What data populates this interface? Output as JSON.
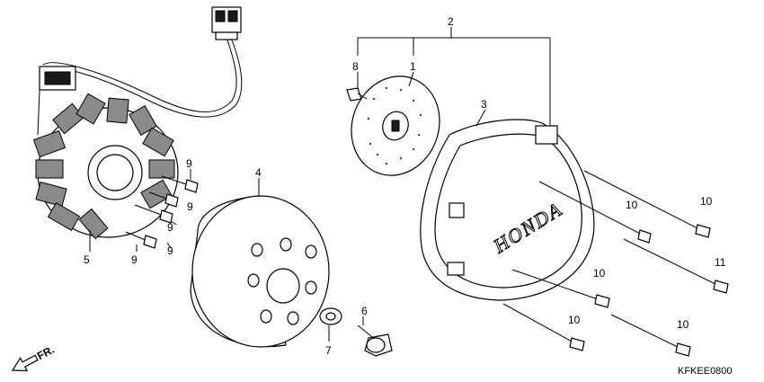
{
  "diagram": {
    "drawing_code": "KFKEE0800",
    "brand_mark": "HONDA",
    "direction_arrow": {
      "label": "FR.",
      "icon": "front-direction-arrow-icon"
    },
    "callouts": [
      {
        "id": "c1",
        "part": "1",
        "target": "flywheel-plate"
      },
      {
        "id": "c2",
        "part": "2",
        "target": "left-crankcase-cover-assembly"
      },
      {
        "id": "c3",
        "part": "3",
        "target": "left-crankcase-cover"
      },
      {
        "id": "c4",
        "part": "4",
        "target": "flywheel-rotor"
      },
      {
        "id": "c5",
        "part": "5",
        "target": "stator"
      },
      {
        "id": "c6",
        "part": "6",
        "target": "flange-bolt-6"
      },
      {
        "id": "c7",
        "part": "7",
        "target": "washer"
      },
      {
        "id": "c8",
        "part": "8",
        "target": "bolt-8"
      },
      {
        "id": "c9a",
        "part": "9",
        "target": "stator-bolt"
      },
      {
        "id": "c9b",
        "part": "9",
        "target": "stator-bolt"
      },
      {
        "id": "c9c",
        "part": "9",
        "target": "stator-bolt"
      },
      {
        "id": "c9d",
        "part": "9",
        "target": "stator-bolt"
      },
      {
        "id": "c10a",
        "part": "10",
        "target": "cover-bolt"
      },
      {
        "id": "c10b",
        "part": "10",
        "target": "cover-bolt"
      },
      {
        "id": "c10c",
        "part": "10",
        "target": "cover-bolt"
      },
      {
        "id": "c10d",
        "part": "10",
        "target": "cover-bolt"
      },
      {
        "id": "c10e",
        "part": "10",
        "target": "cover-bolt"
      },
      {
        "id": "c11",
        "part": "11",
        "target": "cover-bolt-long"
      }
    ]
  }
}
